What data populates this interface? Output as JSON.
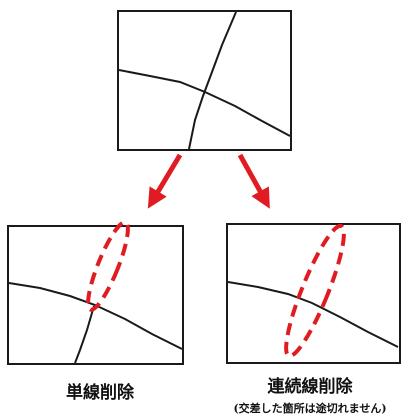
{
  "colors": {
    "frame": "#1a1a1a",
    "line": "#1a1a1a",
    "accent": "#e11b22"
  },
  "panels": {
    "left_caption": "単線削除",
    "right_caption": "連続線削除",
    "right_note": "(交差した箇所は途切れません)"
  }
}
